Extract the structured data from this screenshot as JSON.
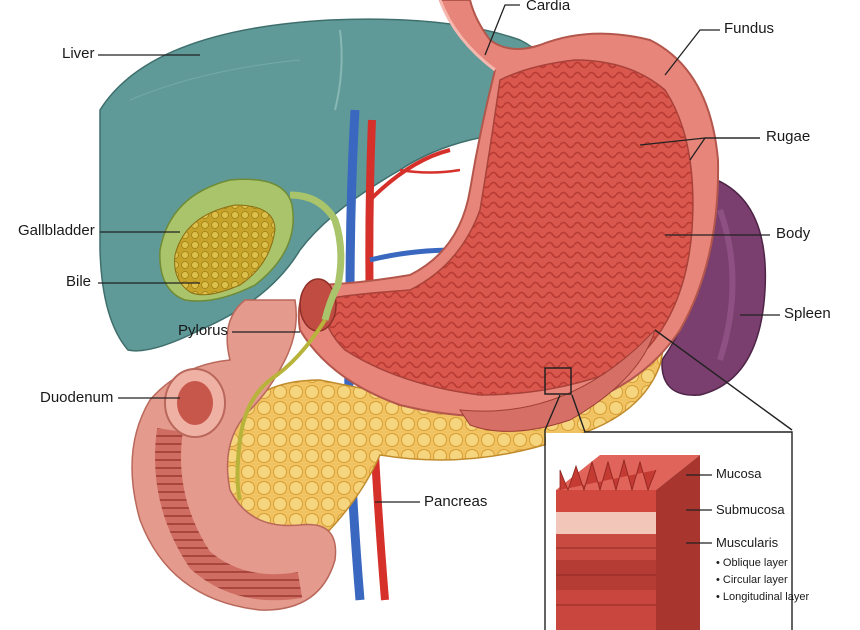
{
  "labels": {
    "cardia": "Cardia",
    "fundus": "Fundus",
    "liver": "Liver",
    "rugae": "Rugae",
    "gallbladder": "Gallbladder",
    "body": "Body",
    "bile": "Bile",
    "spleen": "Spleen",
    "pylorus": "Pylorus",
    "duodenum": "Duodenum",
    "pancreas": "Pancreas"
  },
  "inset": {
    "mucosa": "Mucosa",
    "submucosa": "Submucosa",
    "muscularis": "Muscularis",
    "layers": [
      "• Oblique layer",
      "• Circular layer",
      "• Longitudinal layer"
    ]
  },
  "colors": {
    "liver": "#5f9a98",
    "stomach": "#e8857a",
    "stomach_inner": "#d8564c",
    "gallbladder": "#a9c46a",
    "bile": "#c9a82c",
    "spleen": "#7a3f6e",
    "pancreas": "#efc05a",
    "duodenum": "#e49a8c",
    "artery": "#d6302a",
    "vein": "#3a68c0",
    "leader_line": "#222222"
  }
}
